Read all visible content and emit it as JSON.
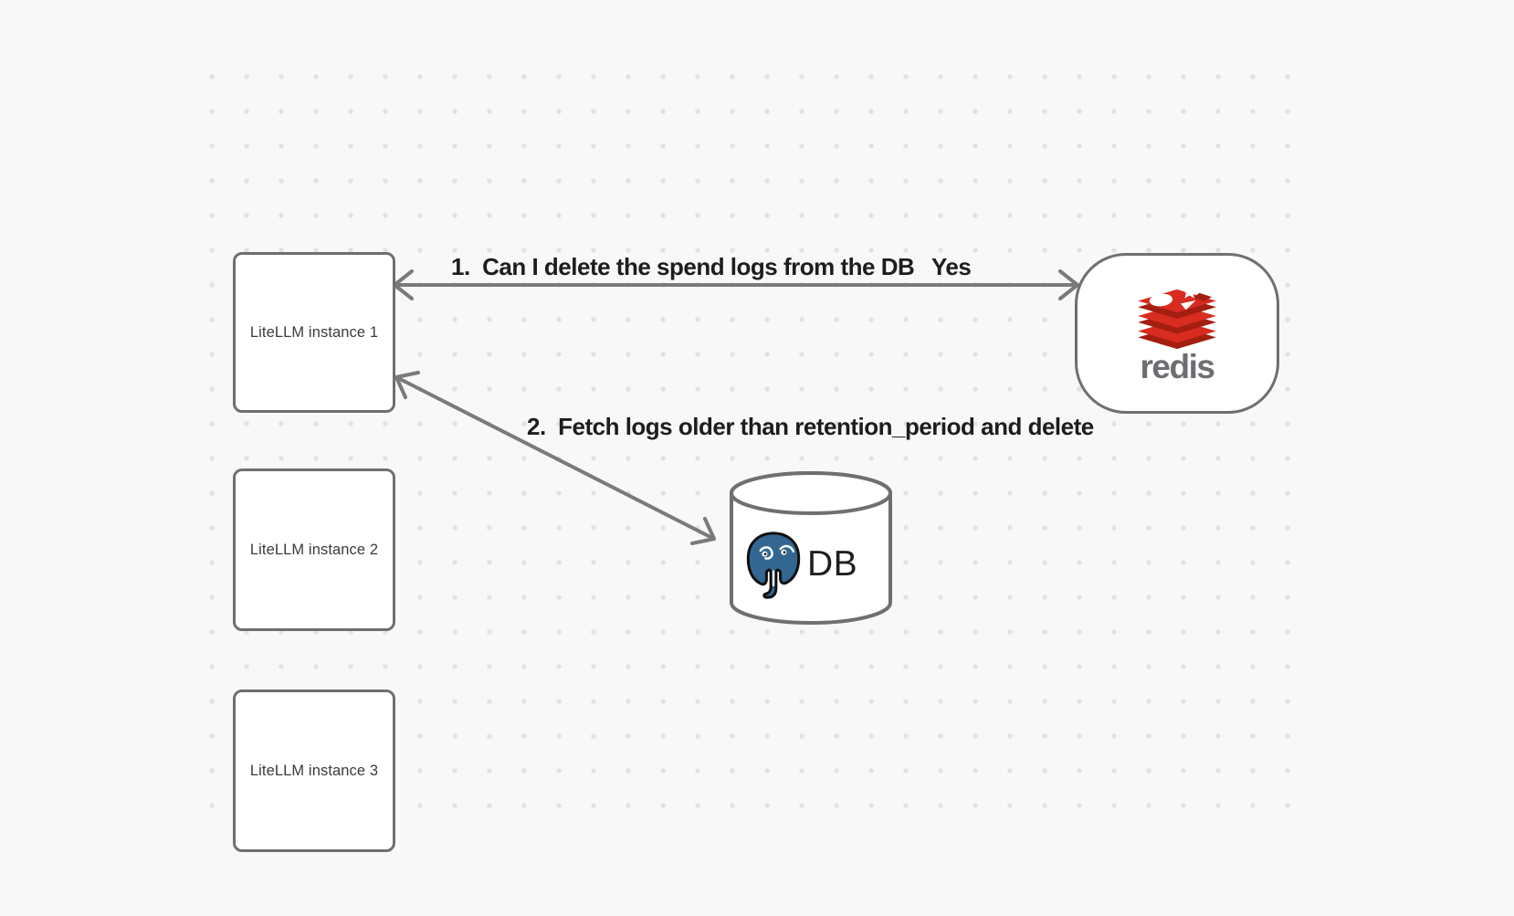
{
  "nodes": {
    "instances": [
      {
        "label": "LiteLLM instance 1"
      },
      {
        "label": "LiteLLM instance 2"
      },
      {
        "label": "LiteLLM instance 3"
      }
    ],
    "redis": {
      "wordmark": "redis",
      "icon": "redis-logo-icon"
    },
    "database": {
      "label": "DB",
      "icon": "postgresql-elephant-icon"
    }
  },
  "edges": [
    {
      "from": "redis",
      "to": "LiteLLM instance 1",
      "bidirectional": true,
      "label": "1.  Can I delete the spend logs from the DB",
      "answer": "Yes"
    },
    {
      "from": "LiteLLM instance 1",
      "to": "DB",
      "bidirectional": true,
      "label": "2.  Fetch logs older than retention_period and delete"
    }
  ],
  "colors": {
    "background": "#f8f8f8",
    "dot_grid": "#e2e2e2",
    "node_border": "#6f6f6f",
    "arrow": "#7a7a7a",
    "label_text": "#1d1d1f",
    "node_text": "#3b3b3b",
    "redis_red": "#d82c20",
    "redis_dark_red": "#a41e11",
    "redis_wordmark_gray": "#6d6e71",
    "postgres_blue": "#336791"
  }
}
